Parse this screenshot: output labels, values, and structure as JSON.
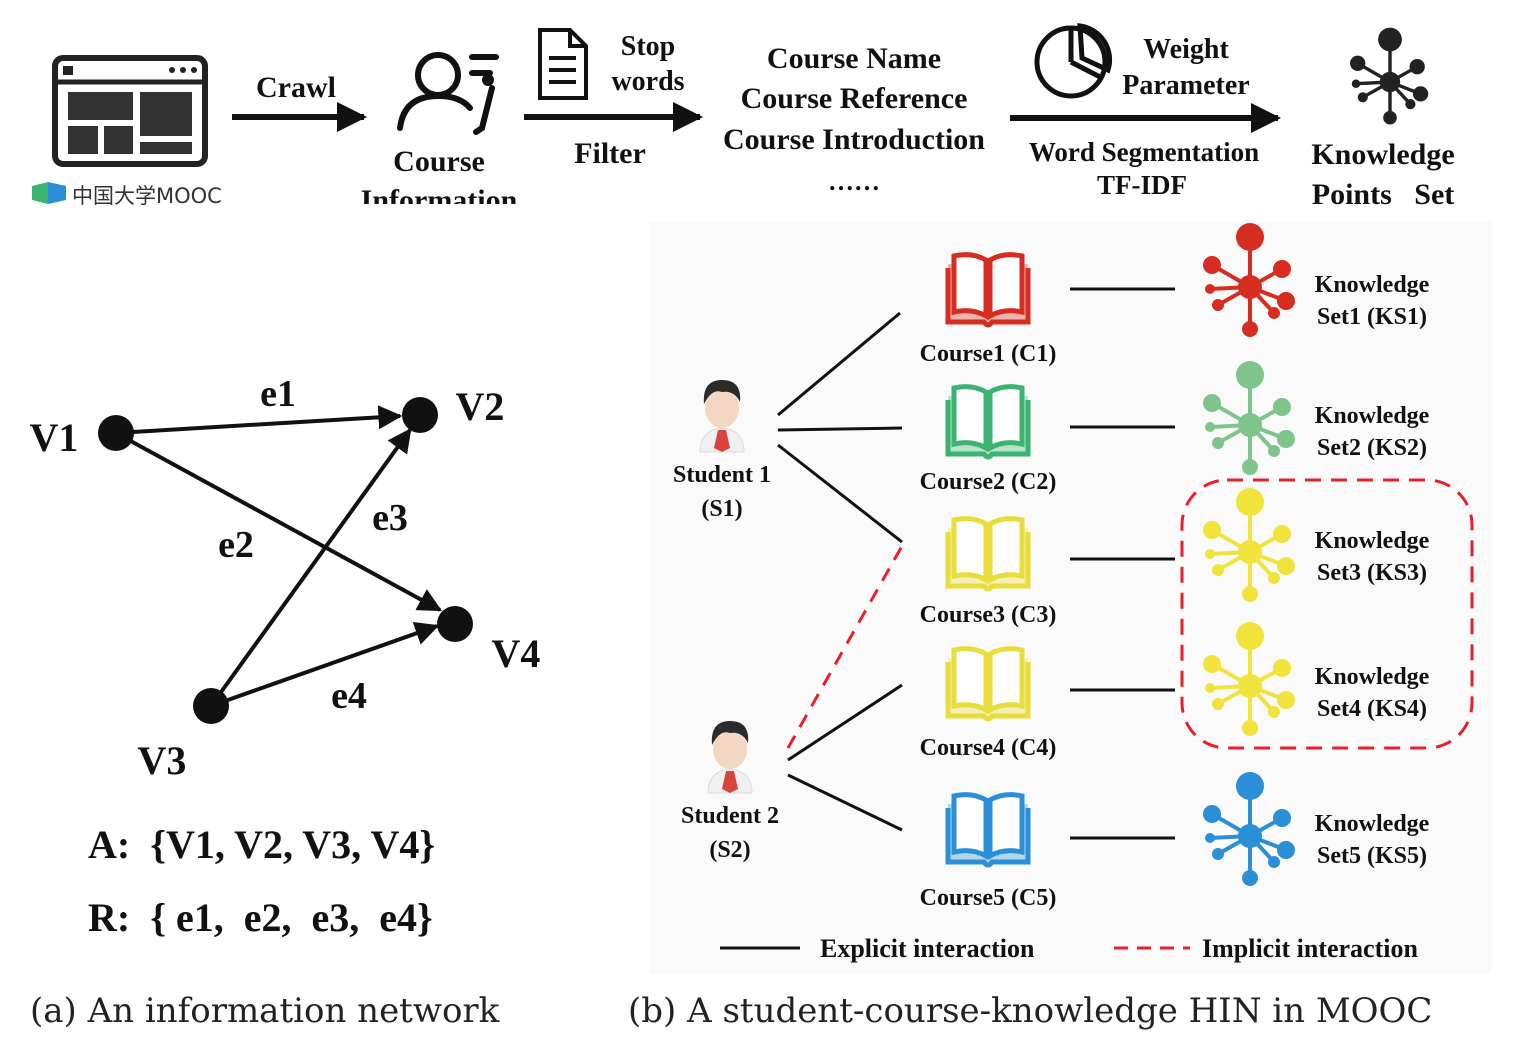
{
  "pipeline": {
    "mooc_logo_text": "中国大学MOOC",
    "crawl_label": "Crawl",
    "course_information_line1": "Course",
    "course_information_line2": "Information",
    "stop_line1": "Stop",
    "stop_line2": "words",
    "filter_label": "Filter",
    "fields": [
      "Course Name",
      "Course Reference",
      "Course Introduction",
      "……"
    ],
    "weight_line1": "Weight",
    "weight_line2": "Parameter",
    "word_segmentation": "Word Segmentation",
    "tfidf": "TF-IDF",
    "kps_line1": "Knowledge",
    "kps_line2": "Points   Set"
  },
  "network": {
    "nodes": [
      "V1",
      "V2",
      "V3",
      "V4"
    ],
    "edges": [
      "e1",
      "e2",
      "e3",
      "e4"
    ],
    "set_a": "A:  {V1, V2, V3, V4}",
    "set_r": "R:  { e1,  e2,  e3,  e4}"
  },
  "hin": {
    "students": [
      {
        "line1": "Student 1",
        "line2": "(S1)"
      },
      {
        "line1": "Student 2",
        "line2": "(S2)"
      }
    ],
    "courses": [
      {
        "label": "Course1 (C1)",
        "color": "#d62d20"
      },
      {
        "label": "Course2 (C2)",
        "color": "#3cb371"
      },
      {
        "label": "Course3 (C3)",
        "color": "#e8dd3a"
      },
      {
        "label": "Course4 (C4)",
        "color": "#e8dd3a"
      },
      {
        "label": "Course5 (C5)",
        "color": "#2a8fd6"
      }
    ],
    "knowledge": [
      {
        "line1": "Knowledge",
        "line2": "Set1 (KS1)",
        "color": "#d62d20"
      },
      {
        "line1": "Knowledge",
        "line2": "Set2 (KS2)",
        "color": "#7fc48a"
      },
      {
        "line1": "Knowledge",
        "line2": "Set3 (KS3)",
        "color": "#f0e43c"
      },
      {
        "line1": "Knowledge",
        "line2": "Set4 (KS4)",
        "color": "#f0e43c"
      },
      {
        "line1": "Knowledge",
        "line2": "Set5 (KS5)",
        "color": "#2a8fd6"
      }
    ],
    "legend_explicit": "Explicit interaction",
    "legend_implicit": "Implicit interaction",
    "implicit_color": "#e8202a"
  },
  "captions": {
    "a": "(a) An information network",
    "b": "(b) A student-course-knowledge HIN in MOOC"
  }
}
